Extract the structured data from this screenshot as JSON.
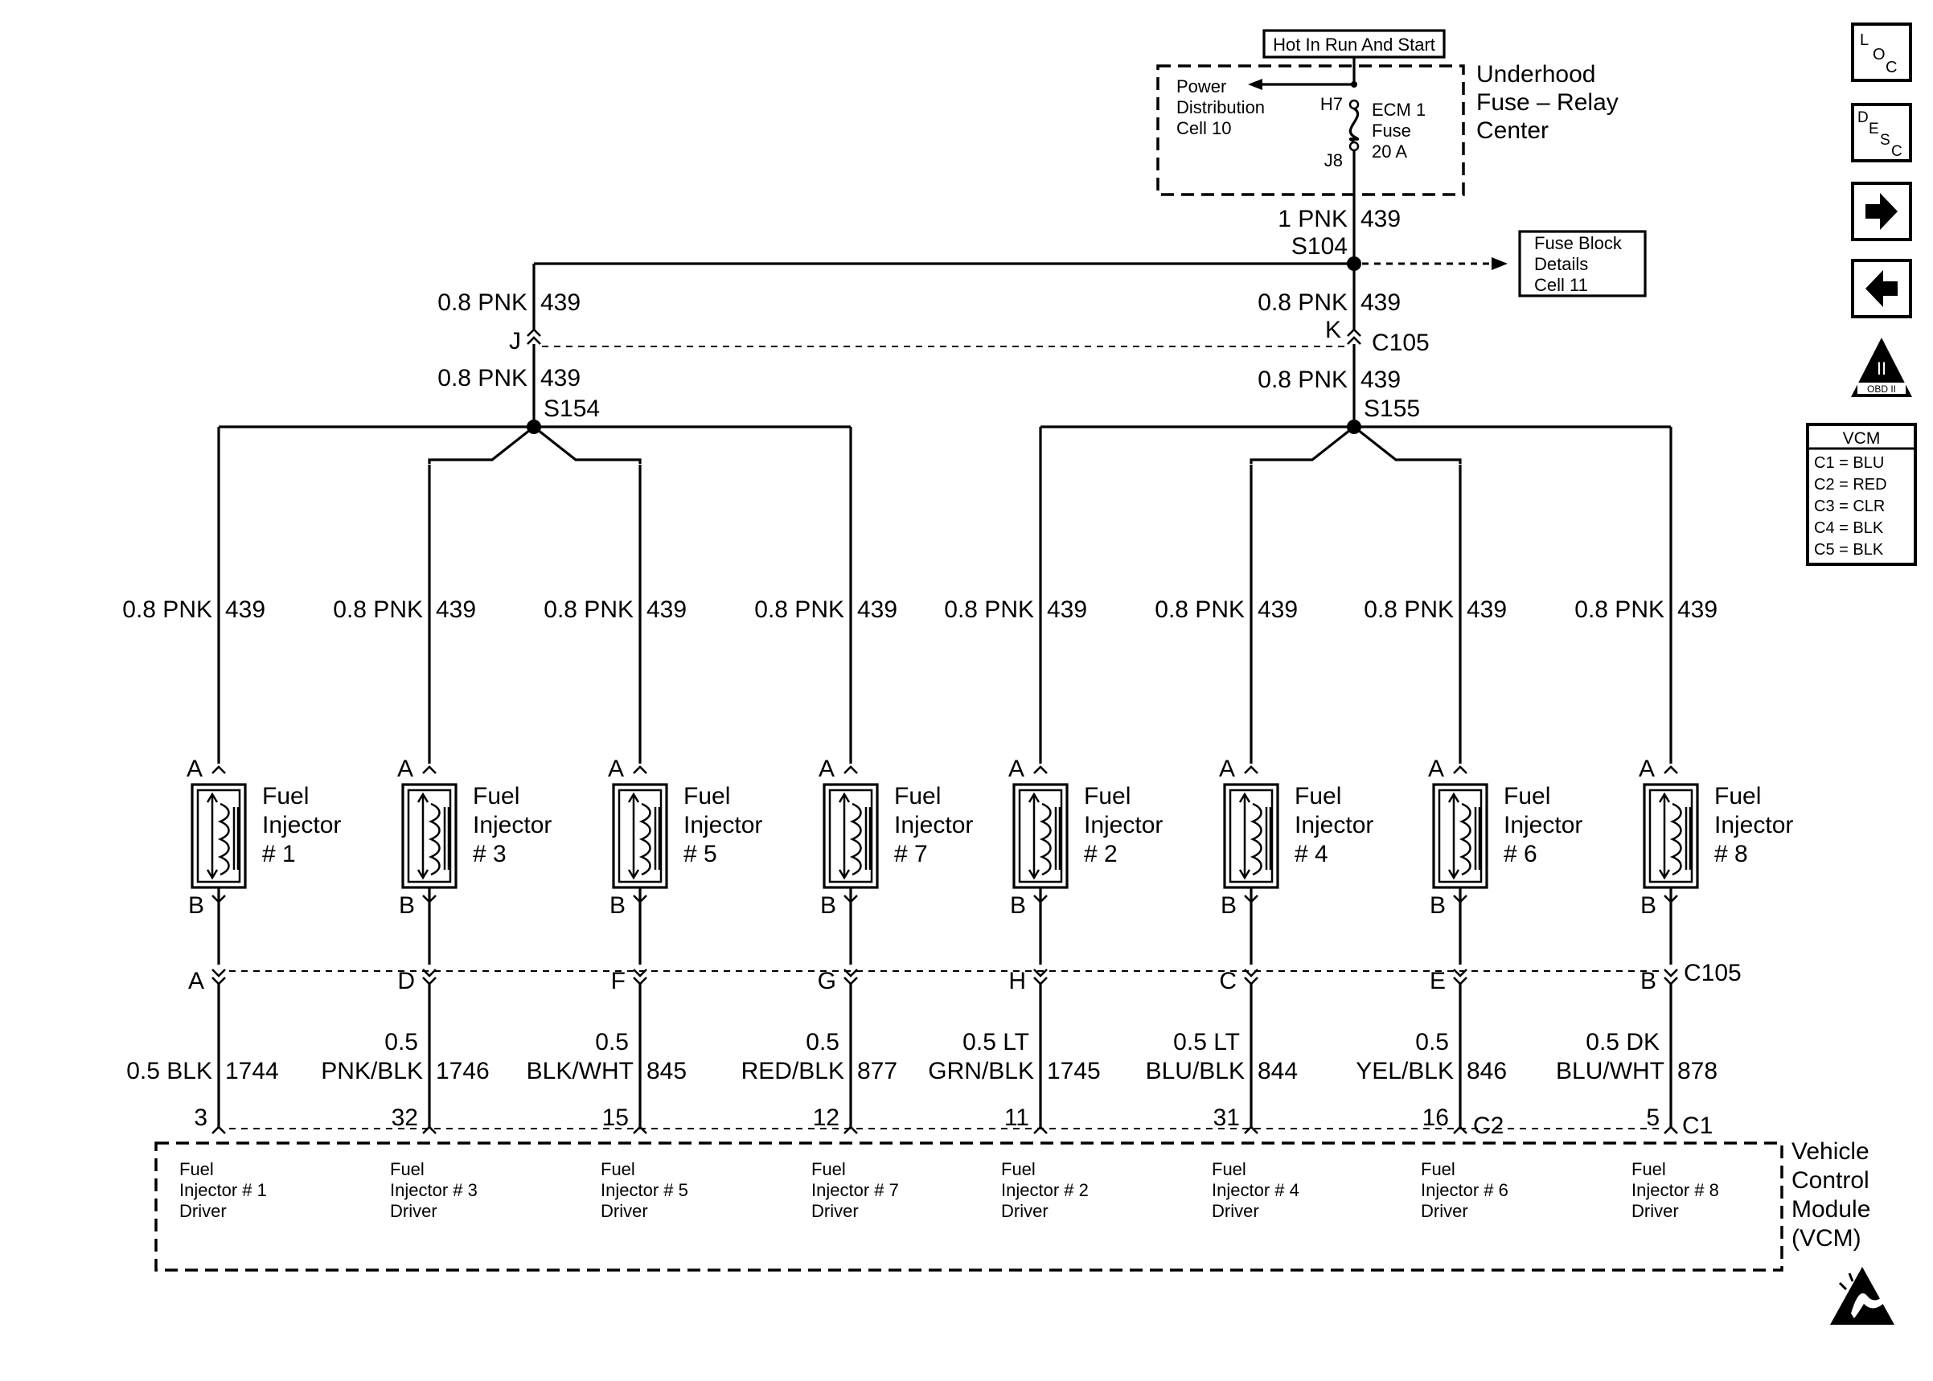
{
  "power": {
    "hot_label": "Hot In Run And Start",
    "fuse_center": [
      "Underhood",
      "Fuse – Relay",
      "Center"
    ],
    "power_dist": [
      "Power",
      "Distribution",
      "Cell 10"
    ],
    "fuse_pin_top": "H7",
    "fuse_pin_bottom": "J8",
    "fuse_name": [
      "ECM 1",
      "Fuse",
      "20 A"
    ],
    "main_wire_gauge": "1 PNK",
    "main_wire_circuit": "439",
    "splice_main": "S104",
    "fuse_block_details": [
      "Fuse Block",
      "Details",
      "Cell 11"
    ]
  },
  "left_bank": {
    "upper_gauge": "0.8 PNK",
    "upper_circuit": "439",
    "connector_pin": "J",
    "lower_gauge": "0.8 PNK",
    "lower_circuit": "439",
    "splice": "S154"
  },
  "right_bank": {
    "upper_gauge": "0.8 PNK",
    "upper_circuit": "439",
    "connector_pin": "K",
    "connector": "C105",
    "lower_gauge": "0.8 PNK",
    "lower_circuit": "439",
    "splice": "S155"
  },
  "injectors": [
    {
      "feed_gauge": "0.8 PNK",
      "feed_circuit": "439",
      "pin_a": "A",
      "pin_b": "B",
      "label": [
        "Fuel",
        "Injector",
        "# 1"
      ],
      "c105_pin": "A",
      "out_gauge": [
        "",
        "0.5 BLK"
      ],
      "out_circuit": "1744",
      "vcm_pin": "3",
      "driver": [
        "Fuel",
        "Injector # 1",
        "Driver"
      ]
    },
    {
      "feed_gauge": "0.8 PNK",
      "feed_circuit": "439",
      "pin_a": "A",
      "pin_b": "B",
      "label": [
        "Fuel",
        "Injector",
        "# 3"
      ],
      "c105_pin": "D",
      "out_gauge": [
        "0.5",
        "PNK/BLK"
      ],
      "out_circuit": "1746",
      "vcm_pin": "32",
      "driver": [
        "Fuel",
        "Injector # 3",
        "Driver"
      ]
    },
    {
      "feed_gauge": "0.8 PNK",
      "feed_circuit": "439",
      "pin_a": "A",
      "pin_b": "B",
      "label": [
        "Fuel",
        "Injector",
        "# 5"
      ],
      "c105_pin": "F",
      "out_gauge": [
        "0.5",
        "BLK/WHT"
      ],
      "out_circuit": "845",
      "vcm_pin": "15",
      "driver": [
        "Fuel",
        "Injector # 5",
        "Driver"
      ]
    },
    {
      "feed_gauge": "0.8 PNK",
      "feed_circuit": "439",
      "pin_a": "A",
      "pin_b": "B",
      "label": [
        "Fuel",
        "Injector",
        "# 7"
      ],
      "c105_pin": "G",
      "out_gauge": [
        "0.5",
        "RED/BLK"
      ],
      "out_circuit": "877",
      "vcm_pin": "12",
      "driver": [
        "Fuel",
        "Injector # 7",
        "Driver"
      ]
    },
    {
      "feed_gauge": "0.8 PNK",
      "feed_circuit": "439",
      "pin_a": "A",
      "pin_b": "B",
      "label": [
        "Fuel",
        "Injector",
        "# 2"
      ],
      "c105_pin": "H",
      "out_gauge": [
        "0.5 LT",
        "GRN/BLK"
      ],
      "out_circuit": "1745",
      "vcm_pin": "11",
      "driver": [
        "Fuel",
        "Injector # 2",
        "Driver"
      ]
    },
    {
      "feed_gauge": "0.8 PNK",
      "feed_circuit": "439",
      "pin_a": "A",
      "pin_b": "B",
      "label": [
        "Fuel",
        "Injector",
        "# 4"
      ],
      "c105_pin": "C",
      "out_gauge": [
        "0.5 LT",
        "BLU/BLK"
      ],
      "out_circuit": "844",
      "vcm_pin": "31",
      "driver": [
        "Fuel",
        "Injector # 4",
        "Driver"
      ]
    },
    {
      "feed_gauge": "0.8 PNK",
      "feed_circuit": "439",
      "pin_a": "A",
      "pin_b": "B",
      "label": [
        "Fuel",
        "Injector",
        "# 6"
      ],
      "c105_pin": "E",
      "out_gauge": [
        "0.5",
        "YEL/BLK"
      ],
      "out_circuit": "846",
      "vcm_pin": "16",
      "driver": [
        "Fuel",
        "Injector # 6",
        "Driver"
      ]
    },
    {
      "feed_gauge": "0.8 PNK",
      "feed_circuit": "439",
      "pin_a": "A",
      "pin_b": "B",
      "label": [
        "Fuel",
        "Injector",
        "# 8"
      ],
      "c105_pin": "B",
      "out_gauge": [
        "0.5 DK",
        "BLU/WHT"
      ],
      "out_circuit": "878",
      "vcm_pin": "5",
      "driver": [
        "Fuel",
        "Injector # 8",
        "Driver"
      ]
    }
  ],
  "c105_right_label": "C105",
  "c2_label": "C2",
  "c1_label": "C1",
  "vcm_module": [
    "Vehicle",
    "Control",
    "Module",
    "(VCM)"
  ],
  "nav": {
    "loc": [
      "L",
      "O",
      "C"
    ],
    "desc": [
      "D",
      "E",
      "S",
      "C"
    ],
    "obd": [
      "II",
      "OBD II"
    ]
  },
  "vcm_legend": {
    "title": "VCM",
    "rows": [
      "C1 = BLU",
      "C2 = RED",
      "C3 = CLR",
      "C4 = BLK",
      "C5 = BLK"
    ]
  }
}
